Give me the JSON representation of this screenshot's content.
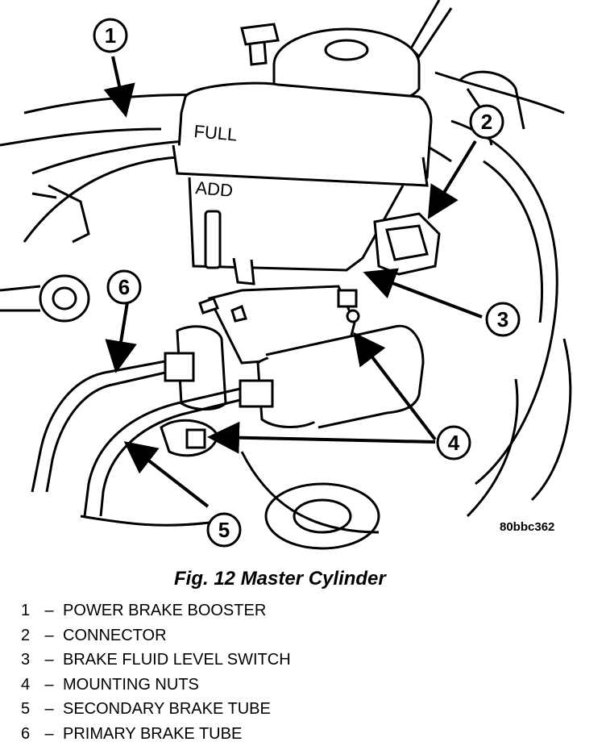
{
  "figure": {
    "code": "80bbc362",
    "caption": "Fig. 12 Master Cylinder"
  },
  "reservoir_markings": {
    "full": "FULL",
    "add": "ADD"
  },
  "callouts": [
    {
      "number": "1"
    },
    {
      "number": "2"
    },
    {
      "number": "3"
    },
    {
      "number": "4"
    },
    {
      "number": "5"
    },
    {
      "number": "6"
    }
  ],
  "legend": [
    {
      "number": "1",
      "separator": "–",
      "label": "POWER BRAKE BOOSTER"
    },
    {
      "number": "2",
      "separator": "–",
      "label": "CONNECTOR"
    },
    {
      "number": "3",
      "separator": "–",
      "label": "BRAKE FLUID LEVEL SWITCH"
    },
    {
      "number": "4",
      "separator": "–",
      "label": "MOUNTING NUTS"
    },
    {
      "number": "5",
      "separator": "–",
      "label": "SECONDARY BRAKE TUBE"
    },
    {
      "number": "6",
      "separator": "–",
      "label": "PRIMARY BRAKE TUBE"
    }
  ]
}
